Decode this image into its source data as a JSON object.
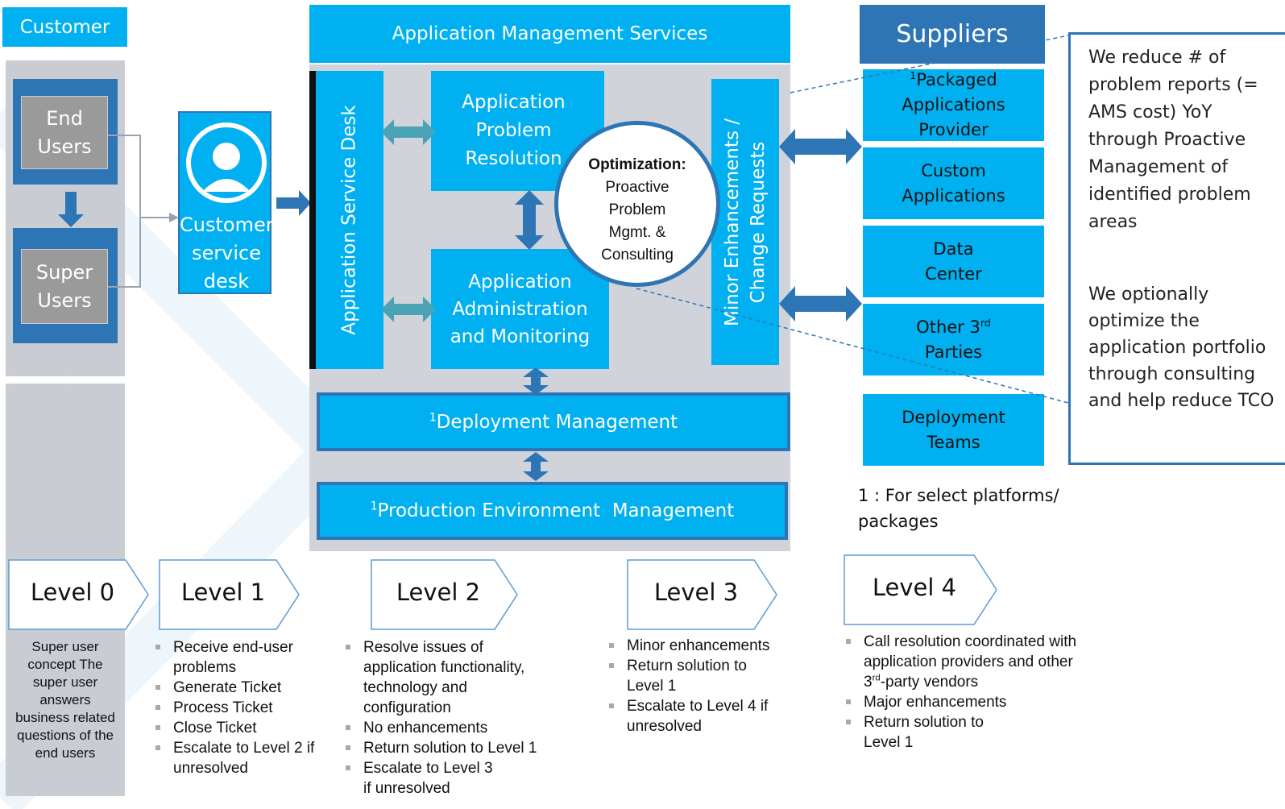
{
  "customer": {
    "header": "Customer",
    "end_users": "End Users",
    "super_users": "Super Users",
    "service_desk": "Customer service desk"
  },
  "ams": {
    "header": "Application Management Services",
    "service_desk": "Application Service Desk",
    "problem_resolution": "Application Problem Resolution",
    "admin_monitoring": "Application Administration and Monitoring",
    "minor_enhancements": "Minor Enhancements / Change Requests",
    "optimization_title": "Optimization:",
    "optimization_body": "Proactive Problem Mgmt. & Consulting",
    "deployment_sup": "1",
    "deployment": "Deployment Management",
    "production_sup": "1",
    "production": "Production Environment  Management"
  },
  "suppliers": {
    "header": "Suppliers",
    "items": [
      {
        "sup": "1",
        "label": "Packaged Applications Provider"
      },
      {
        "label": "Custom Applications"
      },
      {
        "label": "Data Center"
      },
      {
        "label": "Other 3",
        "sup": "rd",
        "label2": "Parties"
      },
      {
        "label": "Deployment Teams"
      }
    ],
    "footnote": "1 : For select platforms/ packages"
  },
  "callout": {
    "p1": "We reduce # of problem reports (= AMS cost) YoY through Proactive Management of identified problem areas",
    "p2": "We optionally optimize the application portfolio through consulting and help reduce TCO"
  },
  "levels": [
    {
      "label": "Level 0"
    },
    {
      "label": "Level 1"
    },
    {
      "label": "Level 2"
    },
    {
      "label": "Level 3"
    },
    {
      "label": "Level 4"
    }
  ],
  "level0_desc": "Super user concept The super user answers business related questions of the end users",
  "level1_items": [
    "Receive end-user problems",
    "Generate Ticket",
    "Process Ticket",
    "Close Ticket",
    "Escalate to Level 2 if unresolved"
  ],
  "level2_items": [
    "Resolve issues of application functionality, technology and configuration",
    "No enhancements",
    "Return solution to Level 1",
    "Escalate to Level 3 if unresolved"
  ],
  "level3_items": [
    "Minor enhancements",
    "Return solution to Level 1",
    "Escalate to Level 4 if unresolved"
  ],
  "level4": {
    "item1_a": "Call resolution coordinated with application providers and other 3",
    "item1_sup": "rd",
    "item1_b": "-party vendors",
    "item2": "Major enhancements",
    "item3": "Return solution to Level 1"
  },
  "colors": {
    "accent": "#00b0f0",
    "dark_blue": "#2e75b6",
    "panel_grey": "#d0d3d9",
    "supplier_header": "#2e75b6"
  }
}
